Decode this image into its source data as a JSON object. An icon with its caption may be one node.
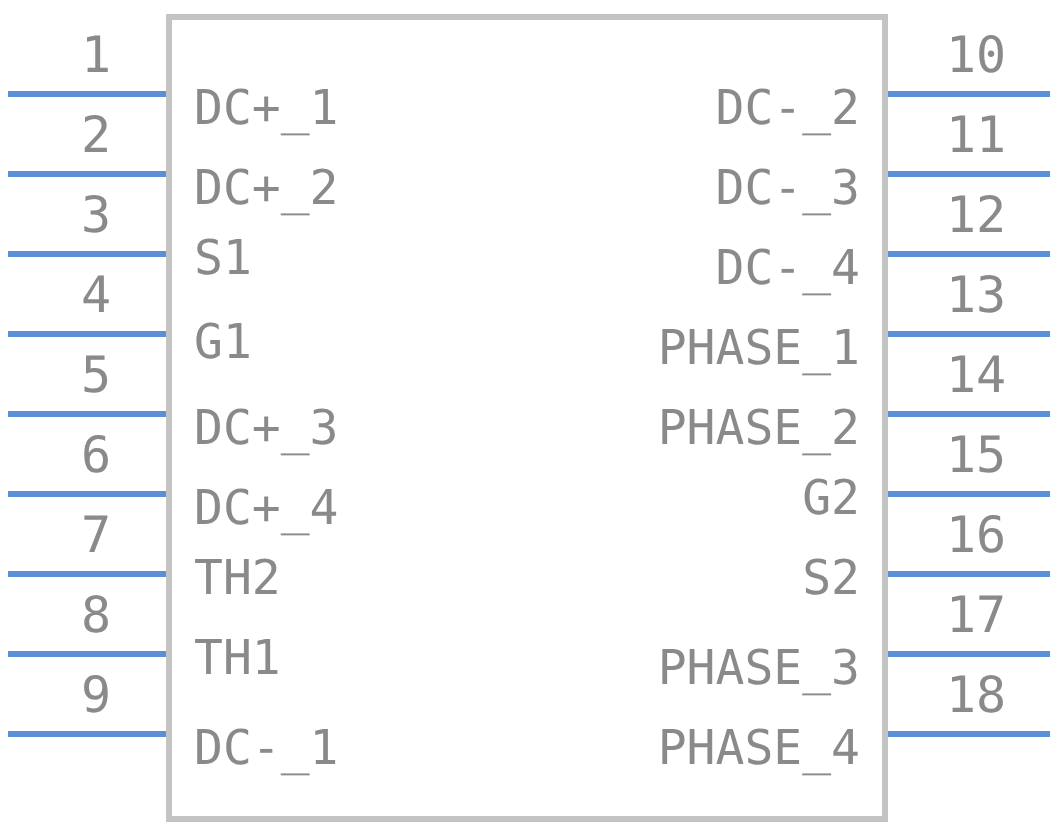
{
  "diagram": {
    "nodes": [
      {
        "text": [],
        "shape": "box"
      }
    ],
    "labels": [
      "1",
      "DC+_1",
      "2",
      "DC+_2",
      "3",
      "S1",
      "4",
      "G1",
      "5",
      "DC+_3",
      "6",
      "DC+_4",
      "7",
      "TH2",
      "8",
      "TH1",
      "9",
      "DC-_1",
      "DC-_2",
      "10",
      "DC-_3",
      "11",
      "DC-_4",
      "12",
      "PHASE_1",
      "13",
      "PHASE_2",
      "14",
      "G2",
      "15",
      "S2",
      "16",
      "PHASE_3",
      "17",
      "PHASE_4",
      "18"
    ]
  }
}
